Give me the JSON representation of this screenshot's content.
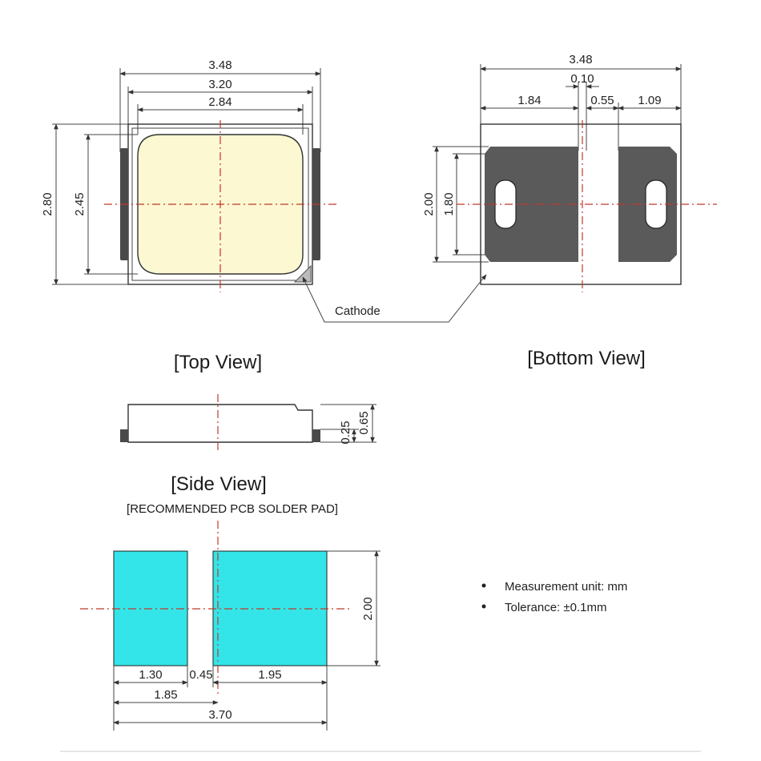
{
  "top_view": {
    "caption": "[Top View]",
    "dims": {
      "width_overall": "3.48",
      "width_body": "3.20",
      "width_lens": "2.84",
      "height_overall": "2.80",
      "height_lens": "2.45"
    },
    "cathode_label": "Cathode",
    "colors": {
      "lens": "#fbf8d2",
      "lens_glow": "#f3ecb0",
      "pad": "#4a4a4a"
    }
  },
  "bottom_view": {
    "caption": "[Bottom View]",
    "dims": {
      "width_overall": "3.48",
      "gap": "0.10",
      "pad_left": "1.84",
      "gap2": "0.55",
      "pad_right": "1.09",
      "height_overall": "2.00",
      "height_pad": "1.80"
    },
    "colors": {
      "pad": "#5a5a5a"
    }
  },
  "side_view": {
    "caption": "[Side View]",
    "dims": {
      "lead": "0.25",
      "height": "0.65"
    }
  },
  "pcb_pad": {
    "caption": "[RECOMMENDED PCB SOLDER PAD]",
    "dims": {
      "pad_left": "1.30",
      "gap": "0.45",
      "pad_right": "1.95",
      "pitch": "1.85",
      "total": "3.70",
      "height": "2.00"
    },
    "colors": {
      "pad": "#33e5e8"
    }
  },
  "notes": [
    "Measurement unit: mm",
    "Tolerance:  ±0.1mm"
  ]
}
